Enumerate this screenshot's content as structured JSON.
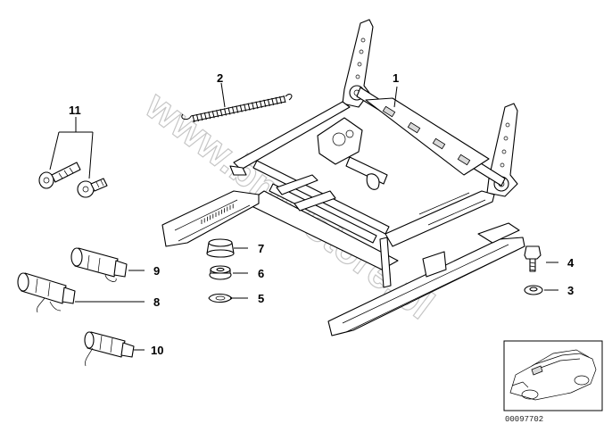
{
  "callouts": {
    "c1": "1",
    "c2": "2",
    "c3": "3",
    "c4": "4",
    "c5": "5",
    "c6": "6",
    "c7": "7",
    "c8": "8",
    "c9": "9",
    "c10": "10",
    "c11": "11"
  },
  "watermark": "www.bmwstore.pl",
  "thumbnail": {
    "caption": "00097702"
  }
}
